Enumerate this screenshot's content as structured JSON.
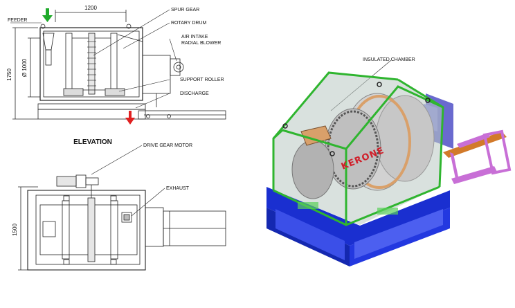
{
  "labels": {
    "spur_gear": "SPUR GEAR",
    "rotary_drum": "ROTARY DRUM",
    "air_intake_1": "AIR INTAKE",
    "air_intake_2": "RADIAL BLOWER",
    "feeder": "FEEDER",
    "support_roller": "SUPPORT ROLLER",
    "discharge": "DISCHARGE",
    "elevation": "ELEVATION",
    "drive_gear_motor": "DRIVE GEAR MOTOR",
    "exhaust": "EXHAUST",
    "insulated_chamber": "INSULATED CHAMBER",
    "logo": "KERONE"
  },
  "dimensions": {
    "width_top": "1200",
    "height_left": "1750",
    "diameter": "Ø 1000",
    "plan_width": "1500"
  },
  "colors": {
    "frame_green": "#2fb52f",
    "base_blue": "#1a2fd0",
    "arrow_green": "#1faa2a",
    "arrow_red": "#e02020",
    "drum_orange": "#d9a06a",
    "arm_purple": "#c86fd6",
    "arm_orange": "#d27a2a",
    "motor_blue": "#6a6acf"
  }
}
